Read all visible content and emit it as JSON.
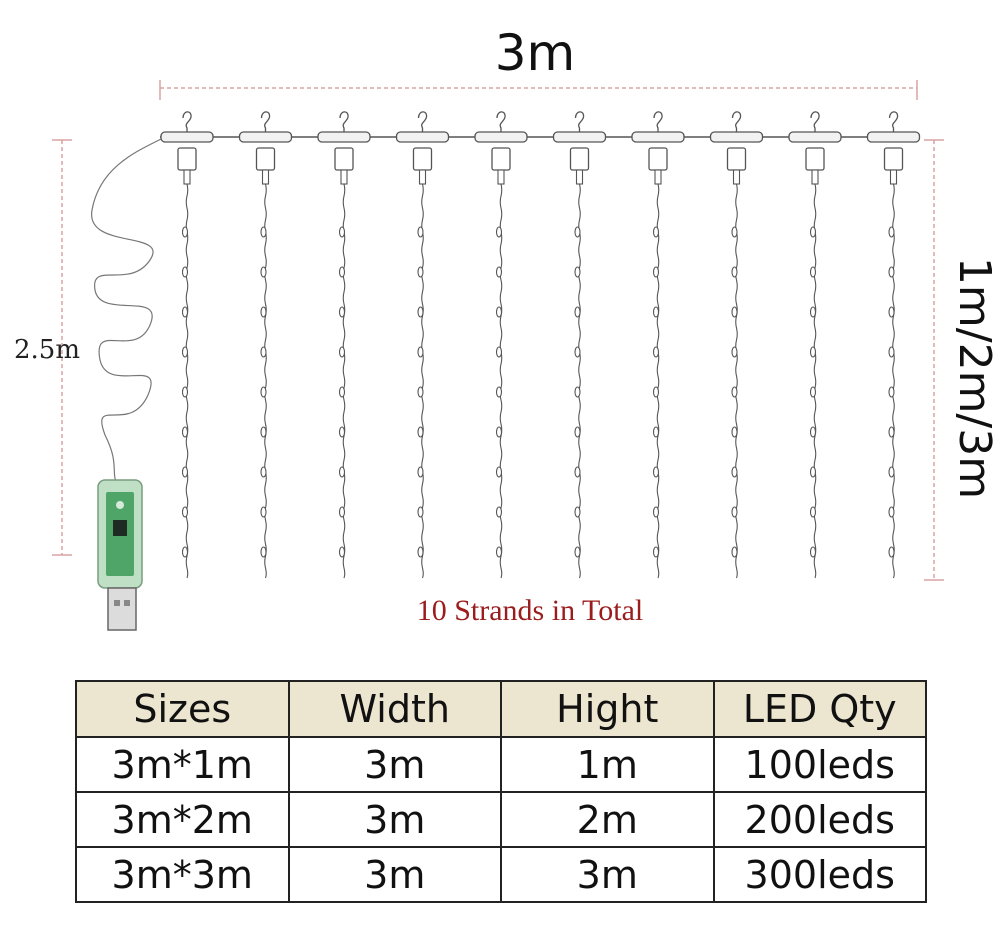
{
  "labels": {
    "width": "3m",
    "cord": "2.5m",
    "height": "1m/2m/3m",
    "strands": "10 Strands in Total"
  },
  "strand_count": 10,
  "colors": {
    "strands_text": "#9b1c1c",
    "dimension_line": "#d9a3a3",
    "table_header_bg": "#ece5cf",
    "usb_body": "#bfe0c4",
    "pcb": "#4fa468"
  },
  "table": {
    "headers": [
      "Sizes",
      "Width",
      "Hight",
      "LED Qty"
    ],
    "rows": [
      [
        "3m*1m",
        "3m",
        "1m",
        "100leds"
      ],
      [
        "3m*2m",
        "3m",
        "2m",
        "200leds"
      ],
      [
        "3m*3m",
        "3m",
        "3m",
        "300leds"
      ]
    ]
  }
}
